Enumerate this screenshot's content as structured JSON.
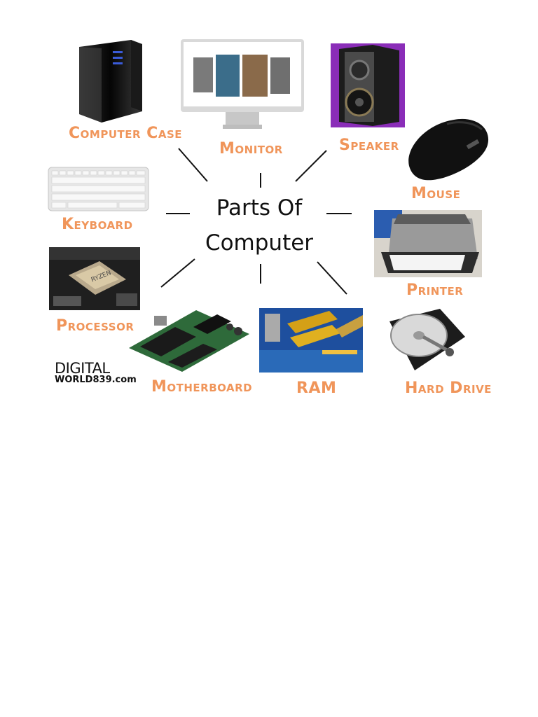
{
  "title": {
    "line1": "Parts Of",
    "line2": "Computer"
  },
  "parts": {
    "computer_case": "Computer Case",
    "monitor": "Monitor",
    "speaker": "Speaker",
    "mouse": "Mouse",
    "keyboard": "Keyboard",
    "printer": "Printer",
    "processor": "Processor",
    "motherboard": "Motherboard",
    "ram": "RAM",
    "hard_drive": "Hard Drive"
  },
  "processor_chip_text": "RYZEN",
  "watermark": {
    "line1": "DIGITAL",
    "line2": "WORLD839.com"
  },
  "colors": {
    "label": "#f0955a",
    "title": "#111111",
    "line": "#111111"
  }
}
